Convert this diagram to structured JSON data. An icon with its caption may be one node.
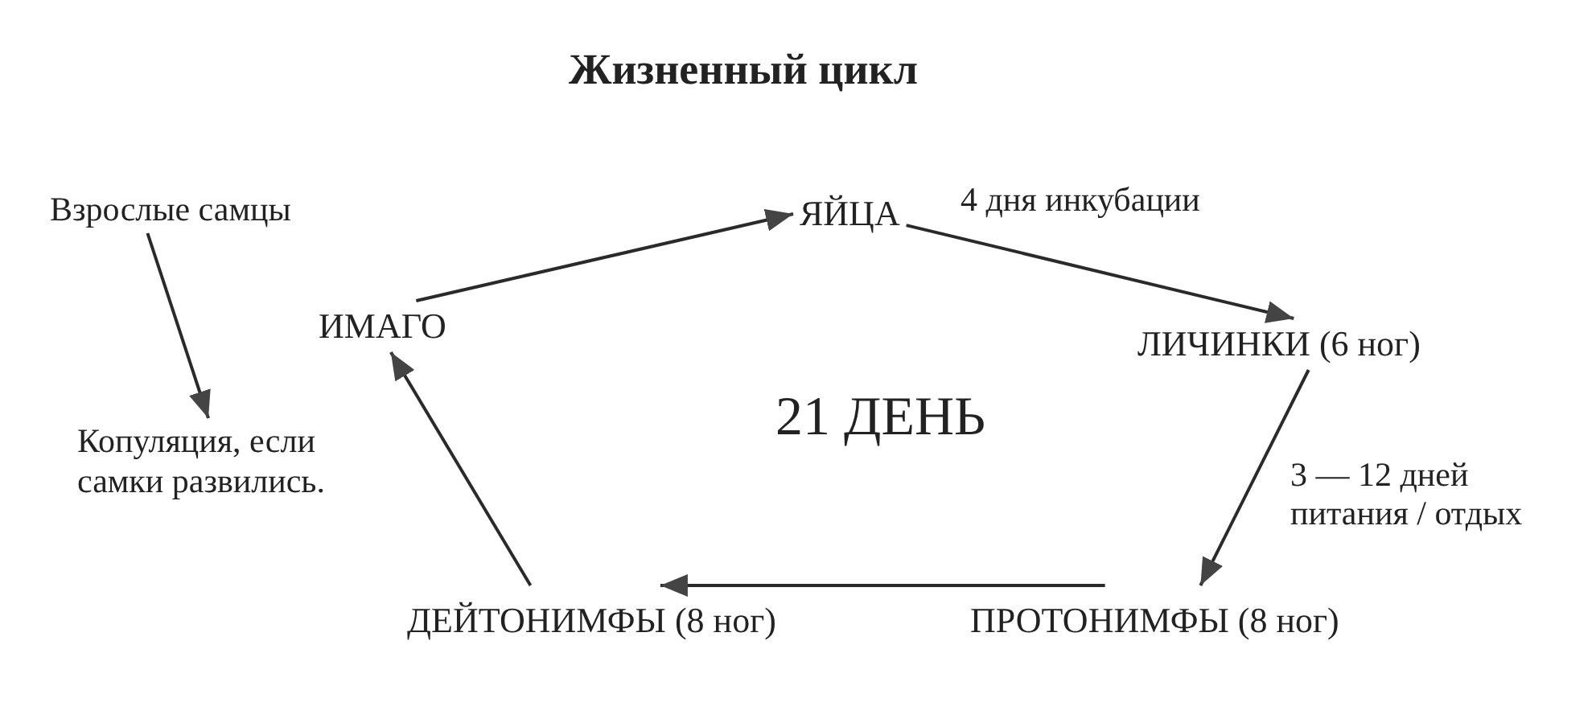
{
  "diagram": {
    "title": "Жизненный цикл",
    "nodes": [
      {
        "text": [
          "Взрослые самцы"
        ]
      },
      {
        "text": [
          "Копуляция, если самки развились."
        ]
      },
      {
        "text": [
          "ЯЙЦА"
        ]
      },
      {
        "text": [
          "ЛИЧИНКИ (6 ног)"
        ]
      },
      {
        "text": [
          "ПРОТОНИМФЫ (8 ног)"
        ]
      },
      {
        "text": [
          "ДЕЙТОНИМФЫ (8 ног)"
        ]
      },
      {
        "text": [
          "ИМАГО"
        ]
      }
    ],
    "edges": [
      {
        "from": 0,
        "to": 1,
        "arrow": "to"
      },
      {
        "from": 6,
        "to": 2,
        "arrow": "to"
      },
      {
        "from": 2,
        "to": 3,
        "arrow": "to",
        "label": "4 дня инкубации"
      },
      {
        "from": 3,
        "to": 4,
        "arrow": "to",
        "label": "3 — 12 дней питания / отдых"
      },
      {
        "from": 4,
        "to": 5,
        "arrow": "to"
      },
      {
        "from": 5,
        "to": 6,
        "arrow": "to"
      }
    ],
    "labels": [
      "21 ДЕНЬ"
    ]
  }
}
